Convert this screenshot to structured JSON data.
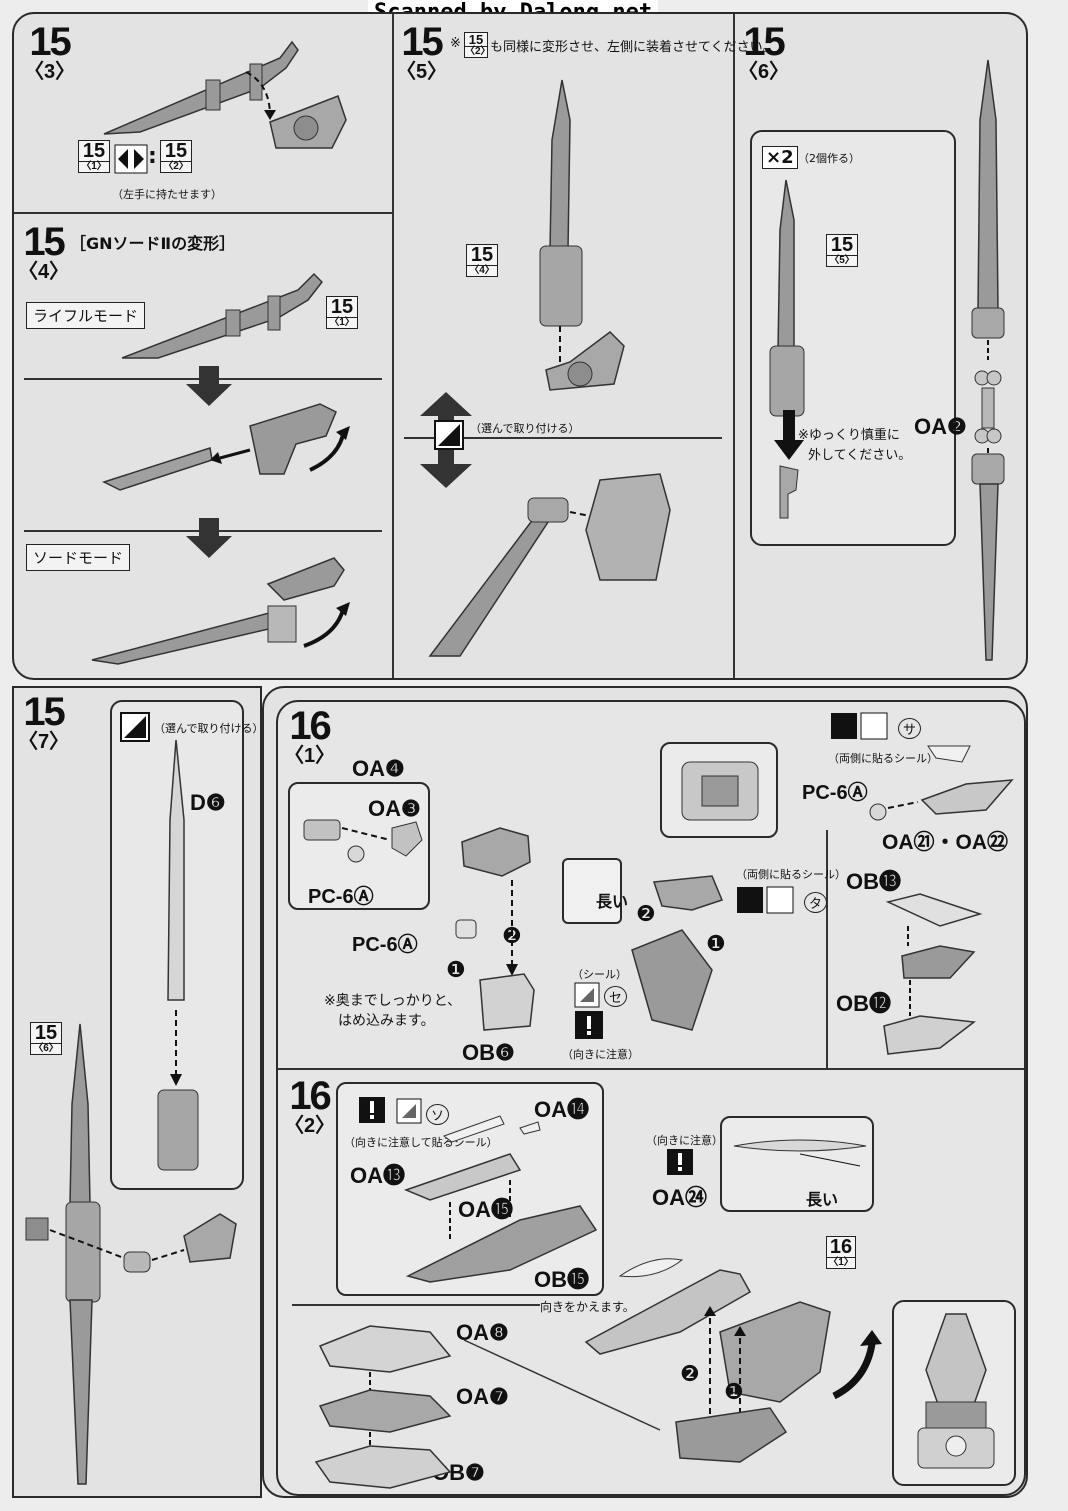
{
  "header": {
    "watermark": "Scanned by Dalong.net"
  },
  "step_15_3": {
    "num": "15",
    "sub": "〈3〉",
    "ref_a": "15",
    "ref_a_sub": "〈1〉",
    "ref_b": "15",
    "ref_b_sub": "〈2〉",
    "note": "（左手に持たせます）"
  },
  "step_15_4": {
    "num": "15",
    "sub": "〈4〉",
    "title": "［GNソードⅡの変形］",
    "rifle_label": "ライフルモード",
    "sword_label": "ソードモード",
    "ref": "15",
    "ref_sub": "〈1〉"
  },
  "step_15_5": {
    "num": "15",
    "sub": "〈5〉",
    "note": "※",
    "note_ref": "15",
    "note_ref_sub": "〈2〉",
    "note_text": "も同様に変形させ、左側に装着させてください。",
    "ref": "15",
    "ref_sub": "〈4〉",
    "choose": "（選んで取り付ける）"
  },
  "step_15_6": {
    "num": "15",
    "sub": "〈6〉",
    "x2": "×2",
    "x2_note": "（2個作る）",
    "ref": "15",
    "ref_sub": "〈5〉",
    "caution_1": "※ゆっくり慎重に",
    "caution_2": "外してください。",
    "part": "OA❷"
  },
  "step_15_7": {
    "num": "15",
    "sub": "〈7〉",
    "choose": "（選んで取り付ける）",
    "part": "D❻",
    "ref": "15",
    "ref_sub": "〈6〉"
  },
  "step_16_1": {
    "num": "16",
    "sub": "〈1〉",
    "parts": {
      "oa4": "OA❹",
      "oa3": "OA❸",
      "pc6a_1": "PC-6Ⓐ",
      "pc6a_2": "PC-6Ⓐ",
      "ob6": "OB❻",
      "oa21": "OA㉑・OA㉒",
      "pc6a_3": "PC-6Ⓐ",
      "ob13": "OB⓭",
      "ob12": "OB⓬"
    },
    "note_1": "※奥までしっかりと、",
    "note_2": "はめ込みます。",
    "long": "長い",
    "sticker_both": "（両側に貼るシール）",
    "sticker_ta": "タ",
    "sticker_label": "（シール）",
    "sticker_se": "セ",
    "caution": "（向きに注意）",
    "sticker_sa": "サ",
    "sticker_both_2": "（両側に貼るシール）",
    "step1": "❶",
    "step2": "❷"
  },
  "step_16_2": {
    "num": "16",
    "sub": "〈2〉",
    "parts": {
      "oa14": "OA⓮",
      "oa13": "OA⓭",
      "oa15": "OA⓯",
      "ob15": "OB⓯",
      "oa24": "OA㉔",
      "oa8": "OA❽",
      "oa7": "OA❼",
      "ob7": "OB❼"
    },
    "sticker_so": "ソ",
    "sticker_note": "（向きに注意して貼るシール）",
    "caution": "（向きに注意）",
    "long": "長い",
    "turn": "向きをかえます。",
    "ref": "16",
    "ref_sub": "〈1〉",
    "step1": "❶",
    "step2": "❷"
  },
  "colors": {
    "page": "#ededed",
    "panel": "#e3e3e3",
    "ink": "#111111",
    "part_fill": "#9a9a9a"
  }
}
